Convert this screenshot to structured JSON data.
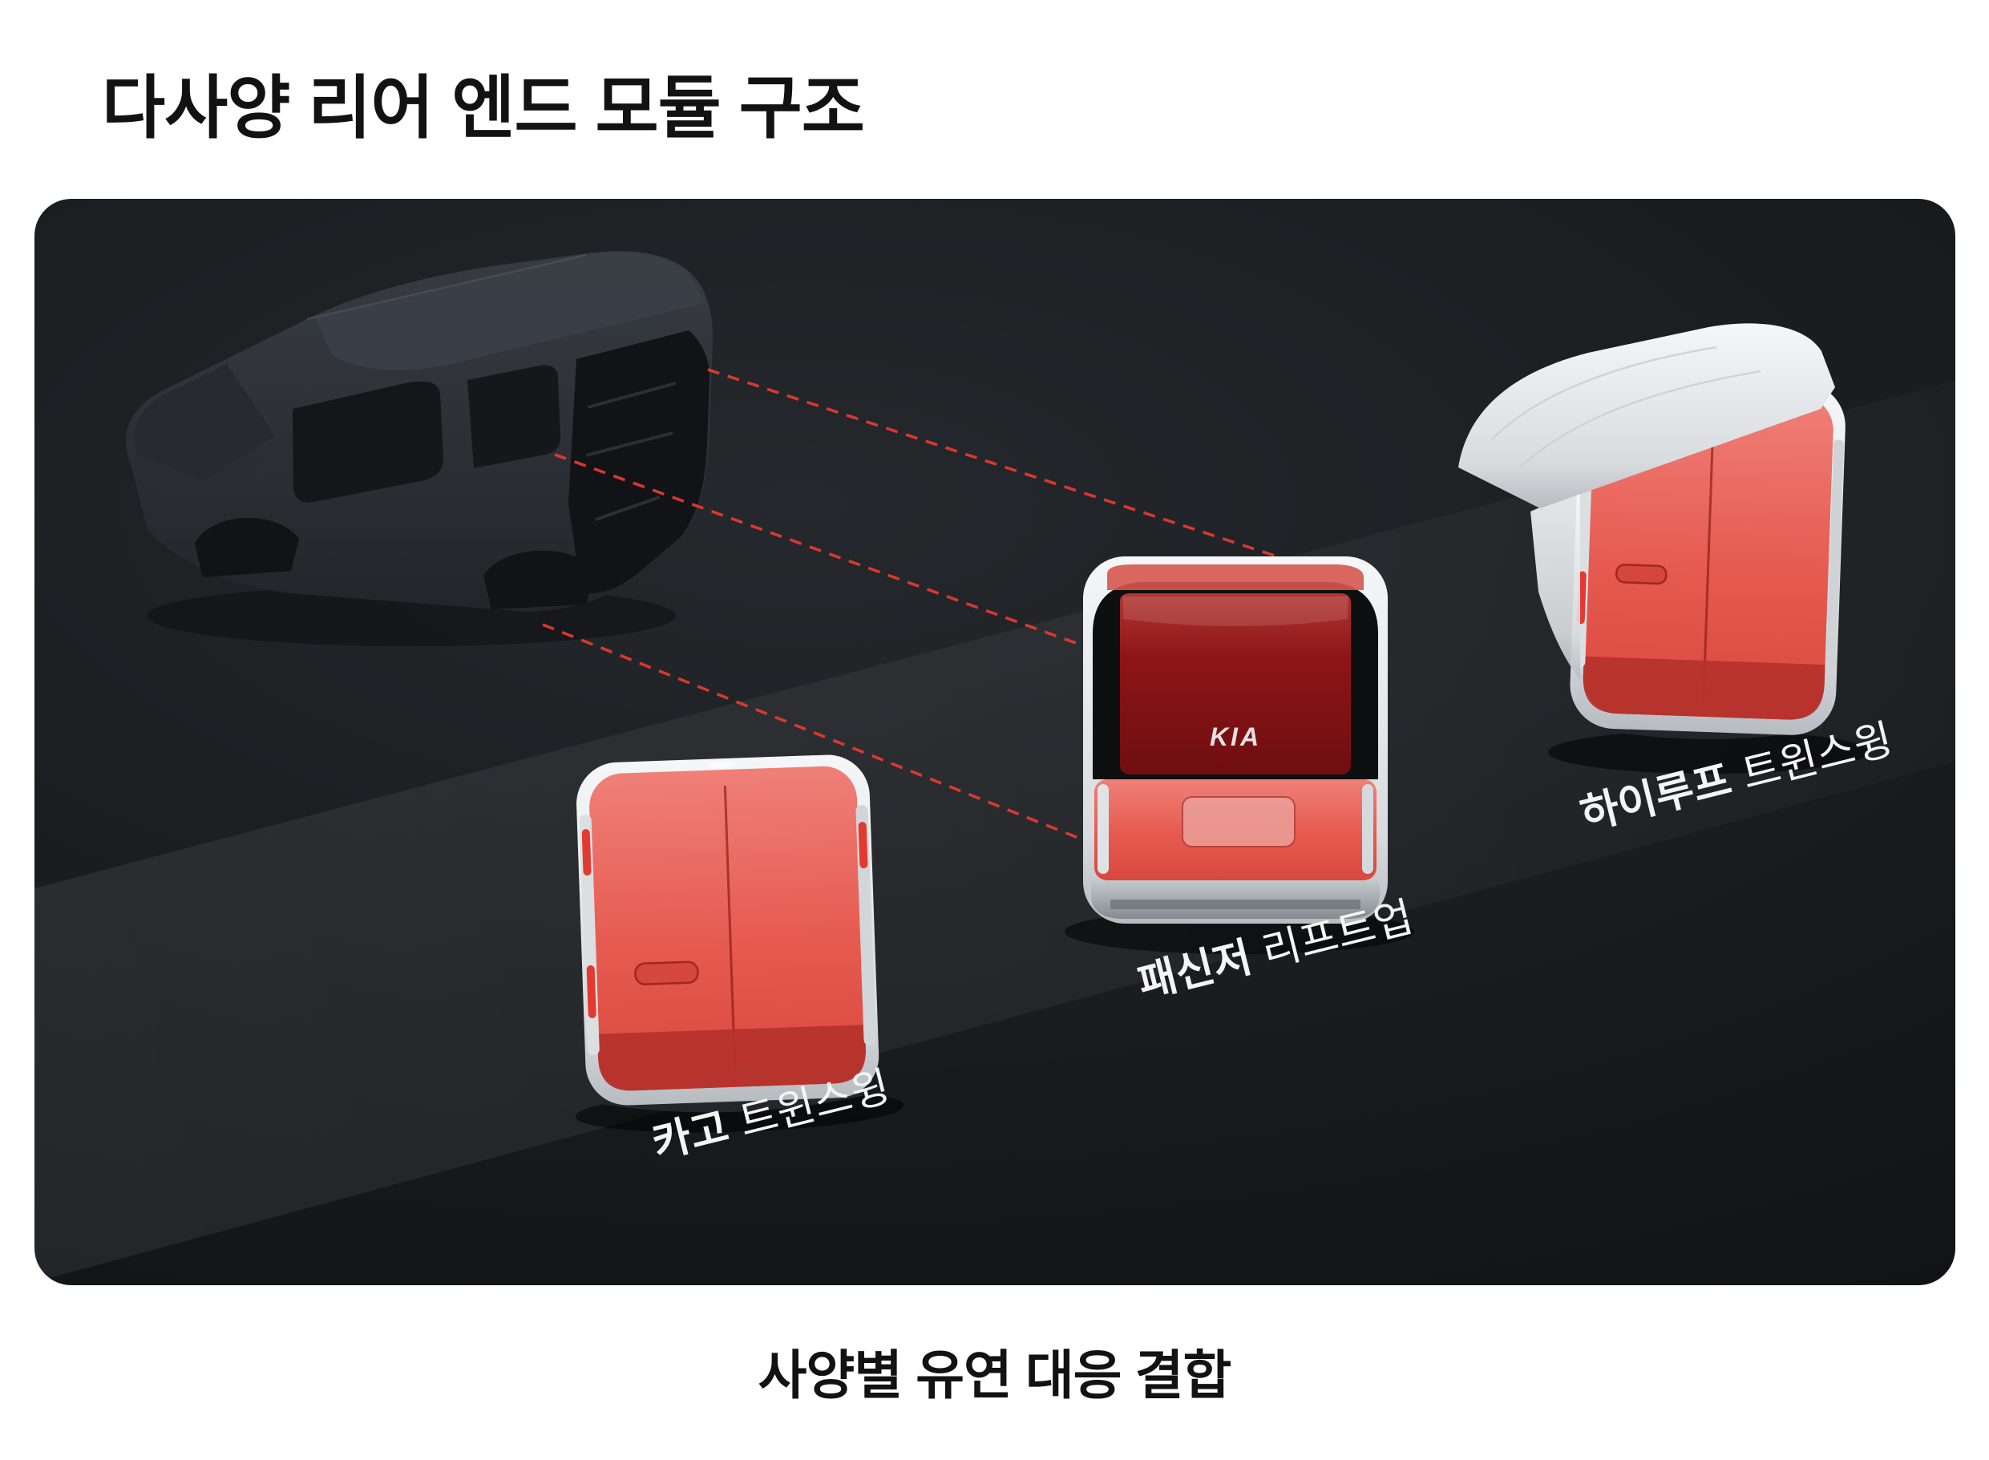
{
  "page": {
    "title": "다사양 리어 엔드 모듈 구조",
    "caption": "사양별 유연 대응 결합"
  },
  "diagram": {
    "panel_background": "#1a1d20",
    "accent_red": "#e23a30",
    "highlight_red": "#e65a50",
    "frame_white": "#e9ebed"
  },
  "modules": [
    {
      "id": "cargo-twin-swing",
      "label_bold": "카고",
      "label_rest": "트윈스윙"
    },
    {
      "id": "passenger-lift-up",
      "label_bold": "패신저",
      "label_rest": "리프트업",
      "window_badge": "KIA"
    },
    {
      "id": "high-roof-twin-swing",
      "label_bold": "하이루프",
      "label_rest": "트윈스윙"
    }
  ]
}
